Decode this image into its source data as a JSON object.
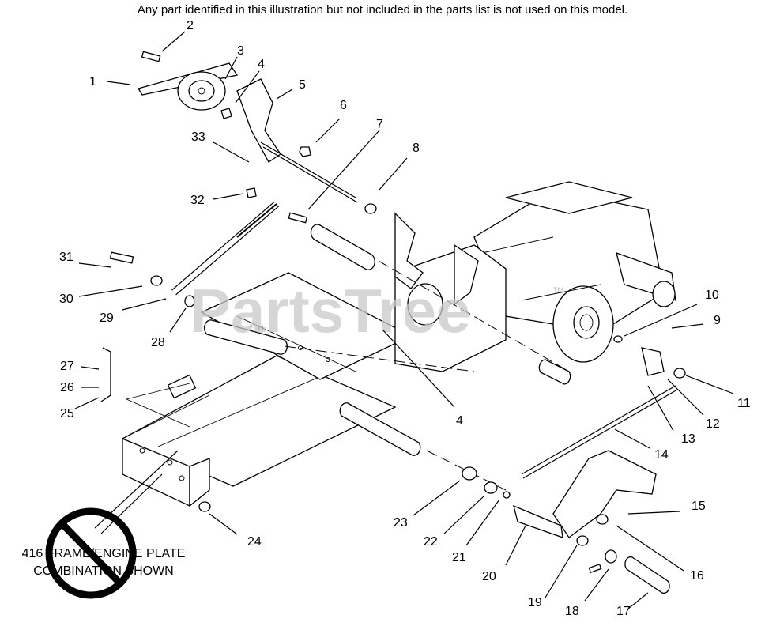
{
  "header_note": "Any part identified in this illustration but not included in the parts list is not used on this model.",
  "watermark": "PartsTree",
  "watermark_tm": "TM",
  "caption_lines": [
    "416 FRAME/ENGINE PLATE",
    "COMBINATION SHOWN"
  ],
  "callouts": [
    "1",
    "2",
    "3",
    "4",
    "5",
    "6",
    "7",
    "8",
    "9",
    "10",
    "11",
    "12",
    "13",
    "14",
    "15",
    "16",
    "17",
    "18",
    "19",
    "20",
    "21",
    "22",
    "23",
    "24",
    "25",
    "26",
    "27",
    "28",
    "29",
    "30",
    "31",
    "32",
    "33",
    "4"
  ]
}
